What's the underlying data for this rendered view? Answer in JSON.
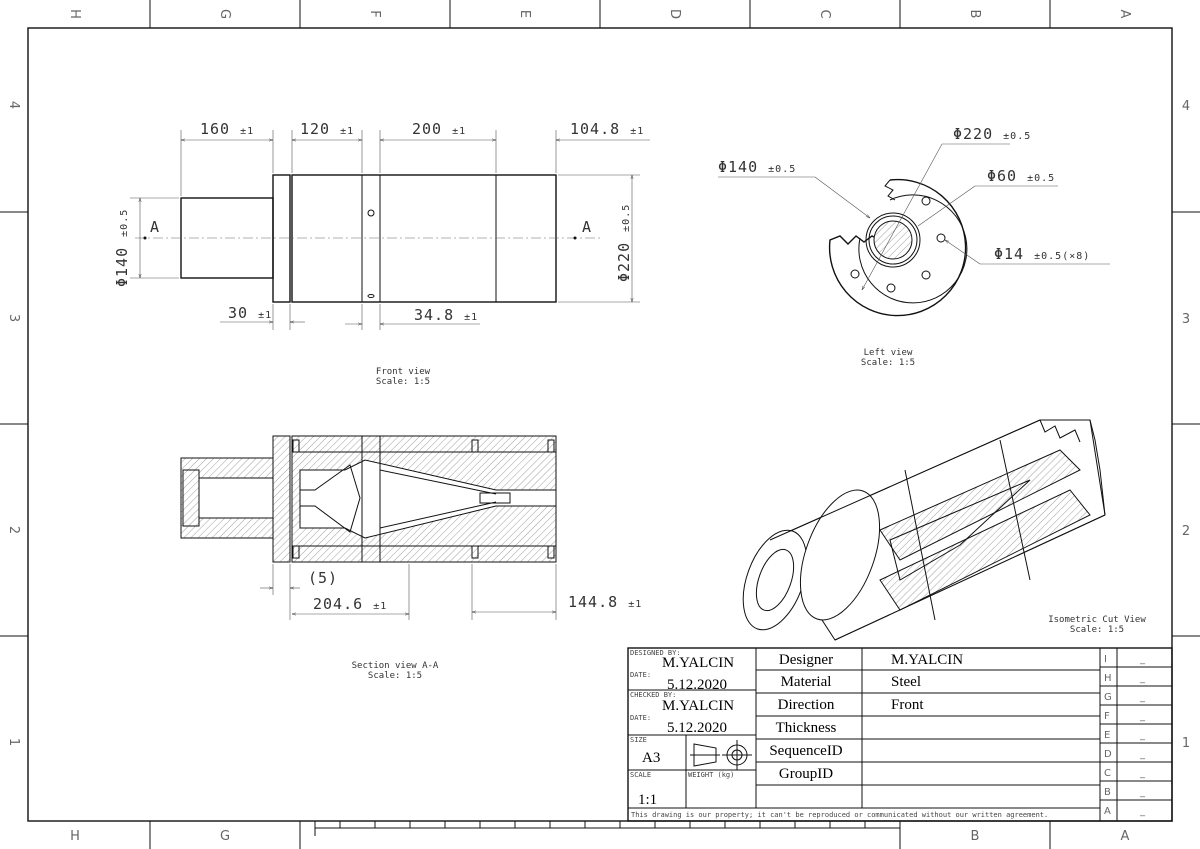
{
  "zones": {
    "columns": [
      "H",
      "G",
      "F",
      "E",
      "D",
      "C",
      "B",
      "A"
    ],
    "rows": [
      "4",
      "3",
      "2",
      "1"
    ]
  },
  "front_view": {
    "caption": "Front view",
    "scale": "Scale:  1:5",
    "section_marker": "A",
    "dims": [
      {
        "value": "160",
        "tol": "±1"
      },
      {
        "value": "120",
        "tol": "±1"
      },
      {
        "value": "200",
        "tol": "±1"
      },
      {
        "value": "104.8",
        "tol": "±1"
      },
      {
        "value": "Φ140",
        "tol": "±0.5"
      },
      {
        "value": "Φ220",
        "tol": "±0.5"
      },
      {
        "value": "30",
        "tol": "±1"
      },
      {
        "value": "34.8",
        "tol": "±1"
      }
    ]
  },
  "left_view": {
    "caption": "Left view",
    "scale": "Scale:  1:5",
    "dims": [
      {
        "value": "Φ140",
        "tol": "±0.5"
      },
      {
        "value": "Φ220",
        "tol": "±0.5"
      },
      {
        "value": "Φ60",
        "tol": "±0.5"
      },
      {
        "value": "Φ14",
        "tol": "±0.5(×8)"
      }
    ]
  },
  "section_view": {
    "caption": "Section view A-A",
    "scale": "Scale:  1:5",
    "dims": [
      {
        "value": "(5)",
        "tol": ""
      },
      {
        "value": "204.6",
        "tol": "±1"
      },
      {
        "value": "144.8",
        "tol": "±1"
      }
    ]
  },
  "iso_view": {
    "caption": "Isometric Cut View",
    "scale": "Scale:  1:5"
  },
  "title_block": {
    "designed_by_label": "DESIGNED BY:",
    "designed_by": "M.YALCIN",
    "date_label": "DATE:",
    "designed_date": "5.12.2020",
    "checked_by_label": "CHECKED BY:",
    "checked_by": "M.YALCIN",
    "checked_date": "5.12.2020",
    "size_label": "SIZE",
    "size": "A3",
    "scale_label": "SCALE",
    "scale": "1:1",
    "weight_label": "WEIGHT (kg)",
    "fields": [
      {
        "label": "Designer",
        "value": "M.YALCIN"
      },
      {
        "label": "Material",
        "value": "Steel"
      },
      {
        "label": "Direction",
        "value": "Front"
      },
      {
        "label": "Thickness",
        "value": ""
      },
      {
        "label": "SequenceID",
        "value": ""
      },
      {
        "label": "GroupID",
        "value": ""
      },
      {
        "label": "",
        "value": ""
      }
    ],
    "revisions": [
      {
        "letter": "I",
        "value": "_"
      },
      {
        "letter": "H",
        "value": "_"
      },
      {
        "letter": "G",
        "value": "_"
      },
      {
        "letter": "F",
        "value": "_"
      },
      {
        "letter": "E",
        "value": "_"
      },
      {
        "letter": "D",
        "value": "_"
      },
      {
        "letter": "C",
        "value": "_"
      },
      {
        "letter": "B",
        "value": "_"
      },
      {
        "letter": "A",
        "value": "_"
      }
    ],
    "disclaimer": "This drawing is our property; it can't be reproduced or communicated without our written agreement."
  }
}
